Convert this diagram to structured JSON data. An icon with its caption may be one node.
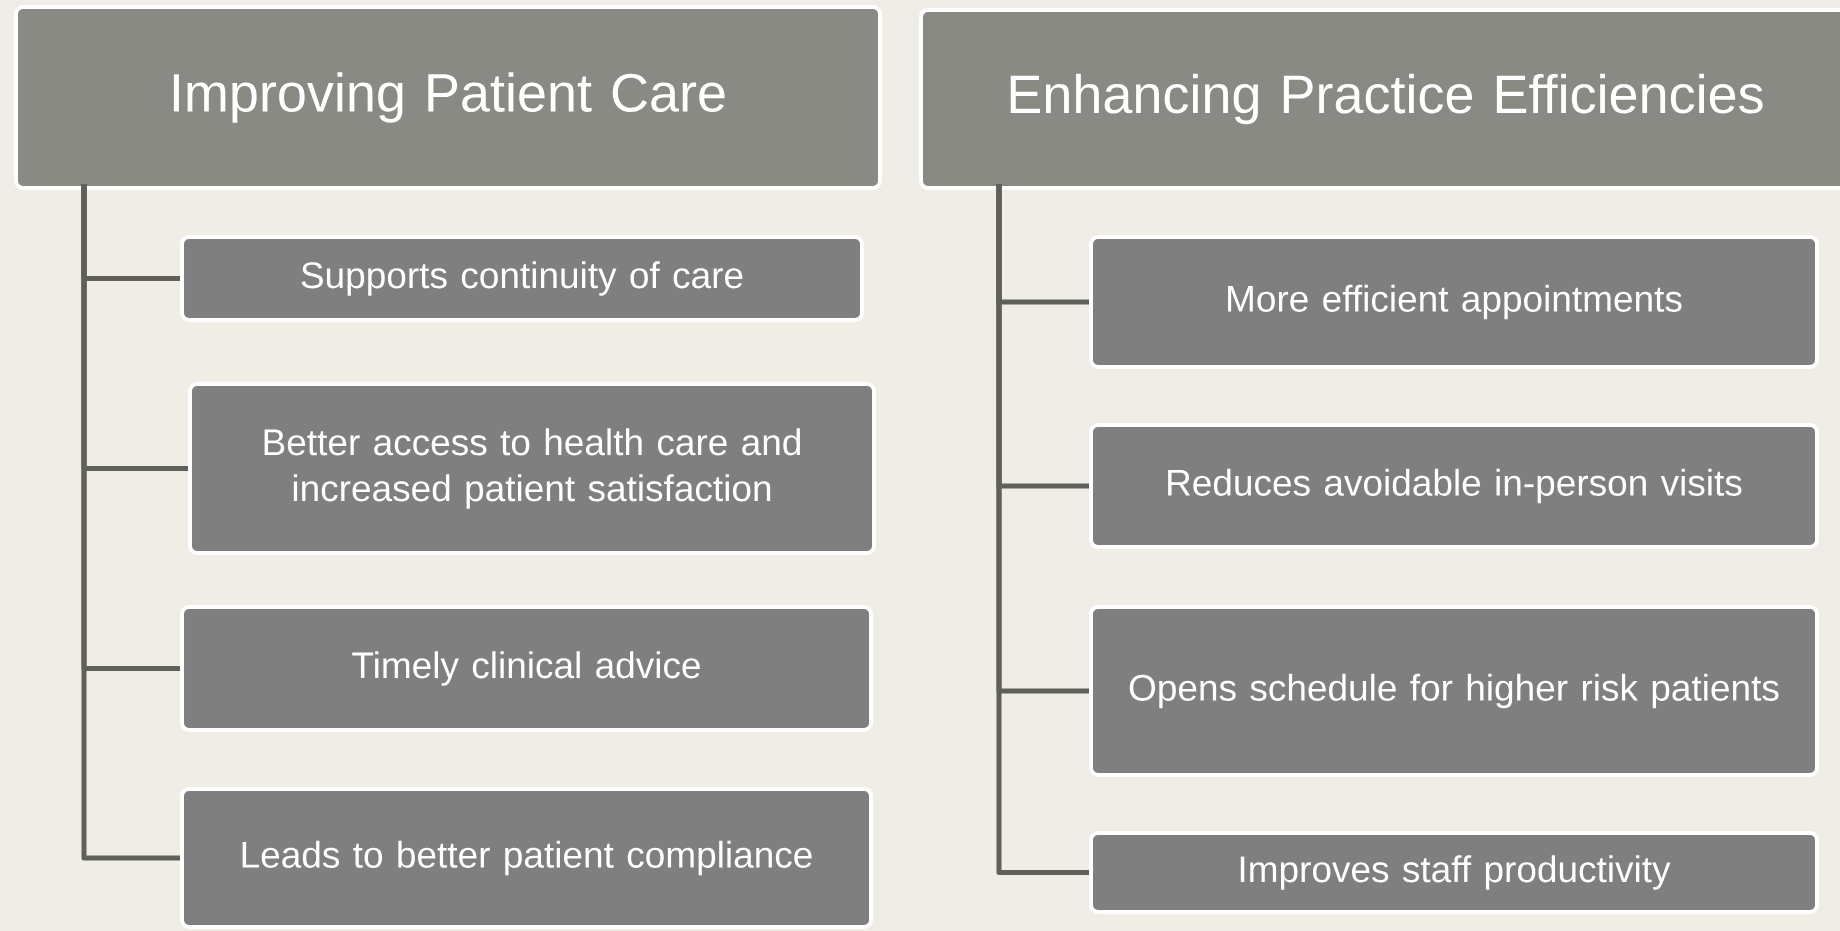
{
  "diagram": {
    "nodes": [
      {
        "text": [
          "Improving Patient Care"
        ]
      },
      {
        "text": [
          "Supports continuity of care"
        ]
      },
      {
        "text": [
          "Better access to health care and increased patient satisfaction"
        ]
      },
      {
        "text": [
          "Timely clinical advice"
        ]
      },
      {
        "text": [
          "Leads to better patient compliance"
        ]
      },
      {
        "text": [
          "Enhancing Practice Efficiencies"
        ]
      },
      {
        "text": [
          "More efficient appointments"
        ]
      },
      {
        "text": [
          "Reduces avoidable in-person visits"
        ]
      },
      {
        "text": [
          "Opens schedule for higher risk patients"
        ]
      },
      {
        "text": [
          "Improves staff productivity"
        ]
      }
    ],
    "edges": [
      {
        "from": 0,
        "to": 1,
        "arrow": "none"
      },
      {
        "from": 0,
        "to": 2,
        "arrow": "none"
      },
      {
        "from": 0,
        "to": 3,
        "arrow": "none"
      },
      {
        "from": 0,
        "to": 4,
        "arrow": "none"
      },
      {
        "from": 5,
        "to": 6,
        "arrow": "none"
      },
      {
        "from": 5,
        "to": 7,
        "arrow": "none"
      },
      {
        "from": 5,
        "to": 8,
        "arrow": "none"
      },
      {
        "from": 5,
        "to": 9,
        "arrow": "none"
      }
    ]
  }
}
